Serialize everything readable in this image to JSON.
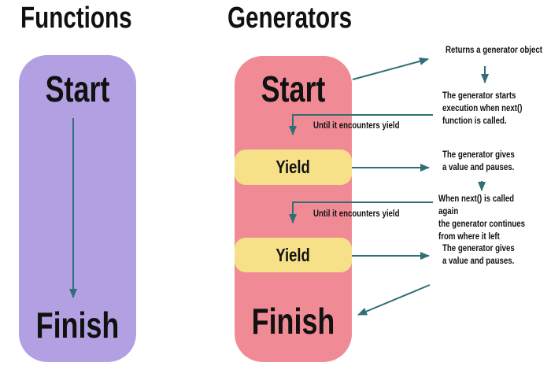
{
  "functions": {
    "title": "Functions",
    "start_label": "Start",
    "finish_label": "Finish"
  },
  "generators": {
    "title": "Generators",
    "start_label": "Start",
    "yield1_label": "Yield",
    "yield2_label": "Yield",
    "finish_label": "Finish"
  },
  "annotations": {
    "returns_object": "Returns a generator object",
    "starts_execution": [
      "The generator starts",
      "execution when next()",
      "function is called."
    ],
    "until_yield_1": "Until it encounters yield",
    "gives_value_1": [
      "The generator gives",
      "a value and pauses."
    ],
    "when_next_again": [
      "When next() is called again",
      "the generator continues",
      "from where it left"
    ],
    "until_yield_2": "Until it encounters yield",
    "gives_value_2": [
      "The generator gives",
      "a value and pauses."
    ]
  },
  "colors": {
    "functions_box": "#B2A0E2",
    "generators_box": "#F08B96",
    "yield_box": "#F6E189",
    "arrow": "#2F6F75",
    "text": "#111111"
  }
}
